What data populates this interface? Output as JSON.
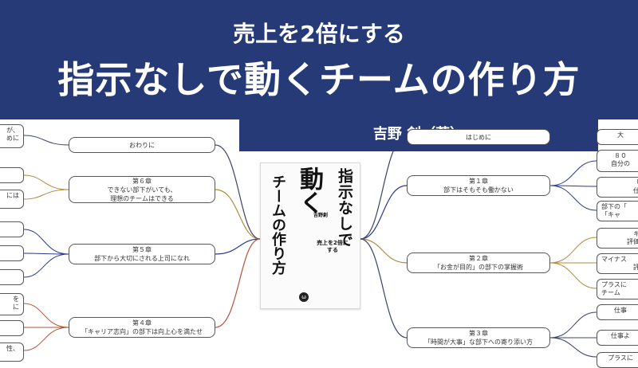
{
  "banner": {
    "subtitle": "売上を2倍にする",
    "title": "指示なしで動くチームの作り方",
    "author": "吉野 創（著）",
    "color": "#263a78"
  },
  "book": {
    "col1": "指示なしで",
    "col2a": "動",
    "col2b": "く",
    "col3": "チームの作り方",
    "author_small": "吉野創",
    "brace_text": "売上を2倍にする",
    "logo": "ω"
  },
  "chapters": {
    "hajimeni": "はじめに",
    "owarini": "おわりに",
    "ch1_num": "第１章",
    "ch1_title": "部下はそもそも働かない",
    "ch2_num": "第２章",
    "ch2_title": "「お金が目的」の部下の掌握術",
    "ch3_num": "第３章",
    "ch3_title": "「時間が大事」な部下への寄り添い方",
    "ch4_num": "第４章",
    "ch4_title": "「キャリア志向」の部下は向上心を満たせ",
    "ch5_num": "第５章",
    "ch5_title": "部下から大切にされる上司になれ",
    "ch6_num": "第６章",
    "ch6_title": "できない部下がいても、",
    "ch6_title2": "理想のチームはできる"
  },
  "leaves_right": {
    "r0": "大",
    "r1a": "８０",
    "r1b": "自分の",
    "r2a": "「",
    "r2b": "仕",
    "r3a": "部下の「",
    "r3b": "「キャ",
    "r4a": "キ",
    "r4b": "評価",
    "r5a": "マイナス",
    "r5b": "評",
    "r6a": "プラスに",
    "r6b": "チーム",
    "r7": "仕事",
    "r8": "仕事よ",
    "r9": "プラスに"
  },
  "leaves_left": {
    "l0a": "が、",
    "l0b": "めに",
    "l1": "",
    "l2": "には",
    "l3": "",
    "l4": "",
    "l5": "",
    "l6a": "を",
    "l6b": "に",
    "l7": "",
    "l8": "性、"
  },
  "colors": {
    "line_dark": "#3c4466",
    "line_navy": "#2b3a8a",
    "line_gold": "#b08a3e",
    "line_red": "#b5523a",
    "line_blue": "#3c5aa8",
    "line_maroon": "#7a3f3f"
  }
}
